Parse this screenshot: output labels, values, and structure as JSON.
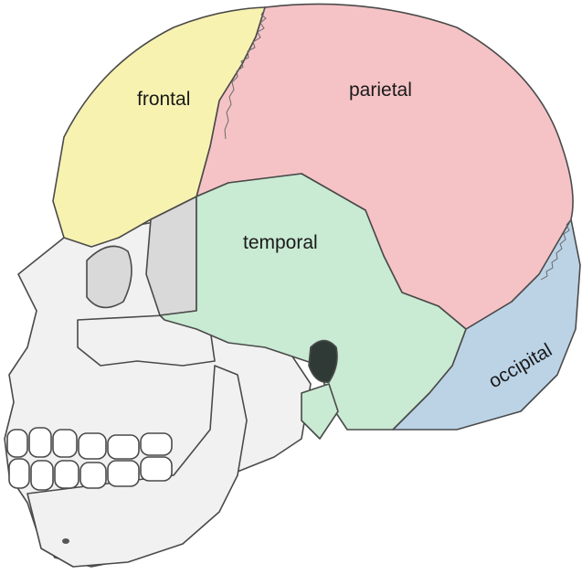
{
  "labels": {
    "frontal": "frontal",
    "parietal": "parietal",
    "temporal": "temporal",
    "occipital": "occipital"
  },
  "colors": {
    "frontal": "#f7f2b0",
    "parietal": "#f5c3c6",
    "temporal": "#c9ead3",
    "occipital": "#bcd3e6",
    "bone": "#f1f1f1",
    "shadow": "#d9d9d9"
  }
}
